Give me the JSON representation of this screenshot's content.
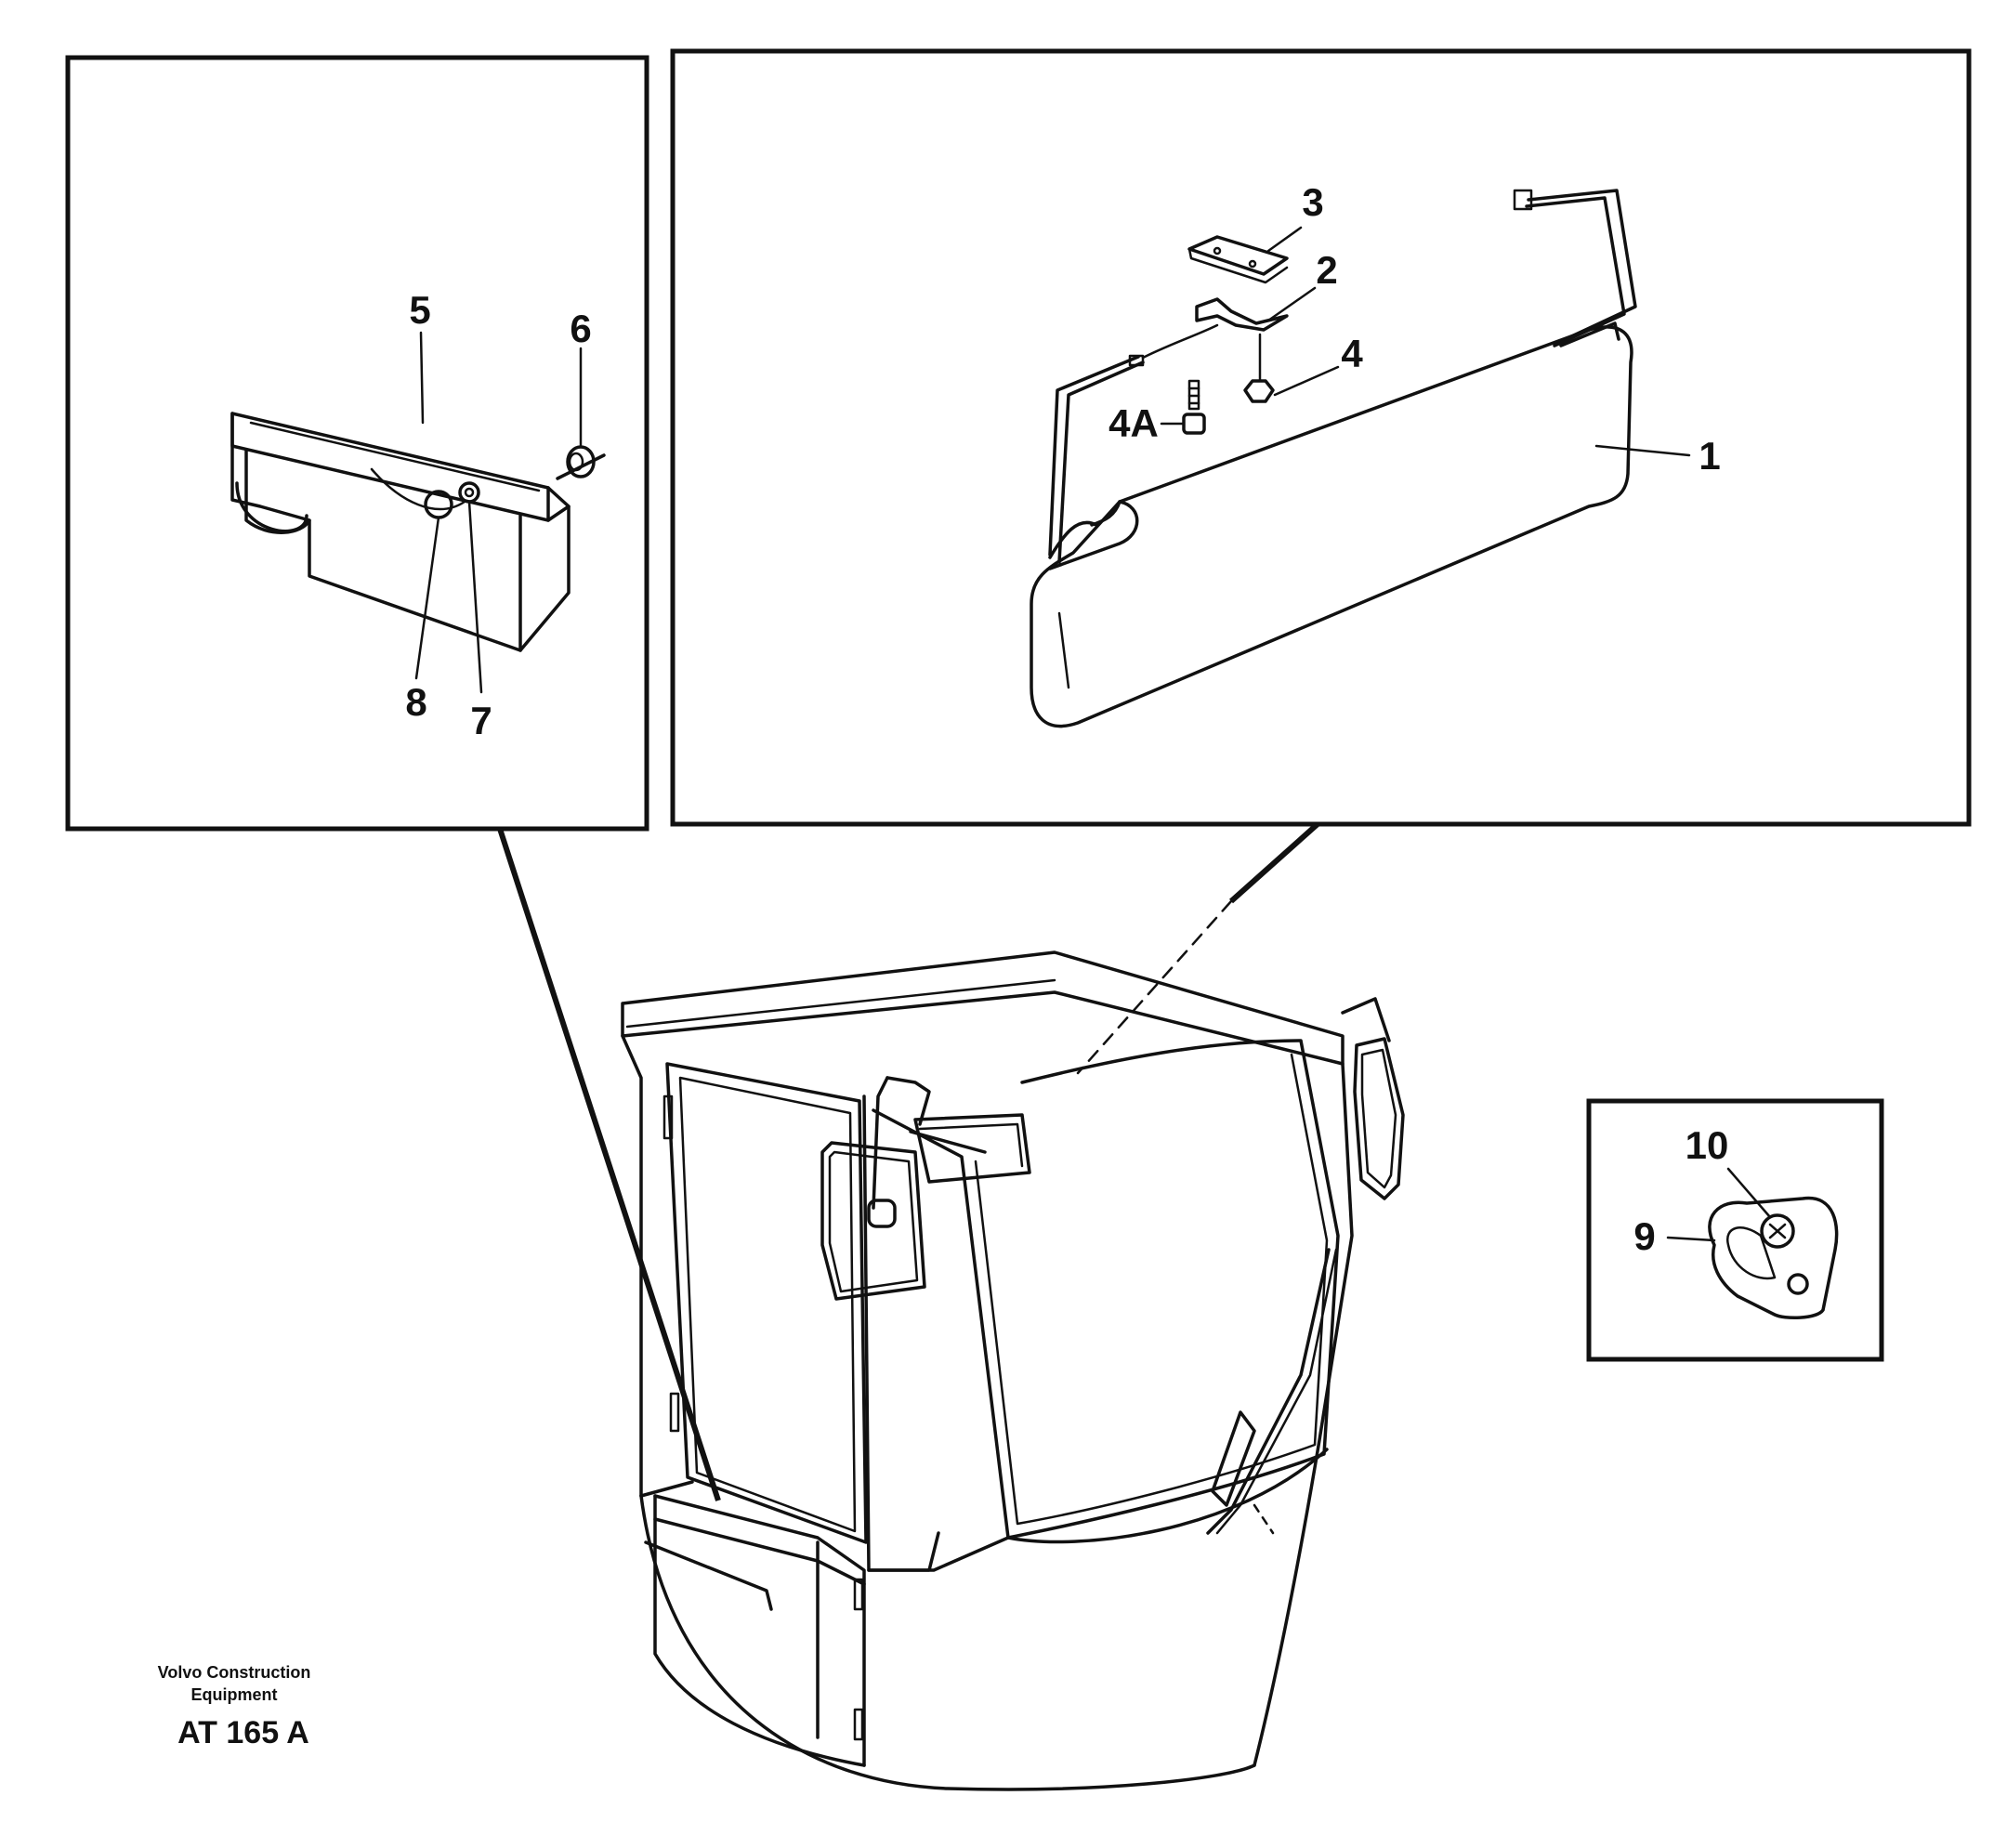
{
  "callouts": {
    "c1": "1",
    "c2": "2",
    "c3": "3",
    "c4": "4",
    "c4a": "4A",
    "c5": "5",
    "c6": "6",
    "c7": "7",
    "c8": "8",
    "c9": "9",
    "c10": "10"
  },
  "footer": {
    "brand_line1": "Volvo Construction",
    "brand_line2": "Equipment",
    "drawing_code": "AT 165 A"
  }
}
